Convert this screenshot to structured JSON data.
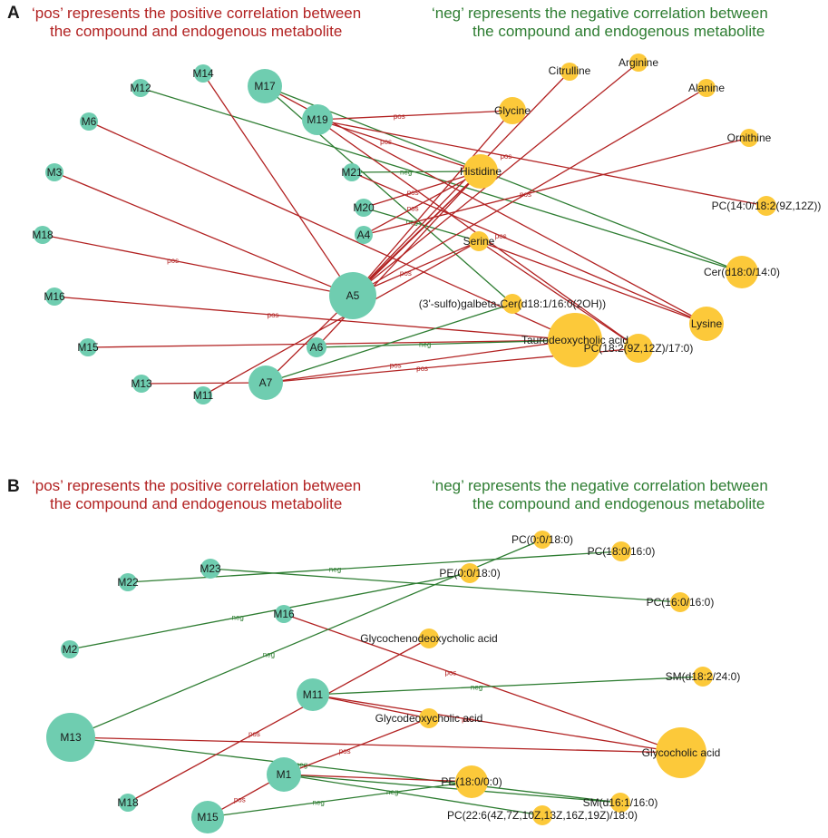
{
  "colors": {
    "pos": "#b22222",
    "neg": "#2e7d32",
    "compound": "#6fcdb0",
    "metabolite": "#fcc93a"
  },
  "panels": [
    {
      "letter": "A",
      "pos_legend": [
        "‘pos’ represents the positive correlation between",
        "the compound and endogenous metabolite"
      ],
      "neg_legend": [
        "‘neg’ represents the negative correlation between",
        "the compound and endogenous metabolite"
      ],
      "nodes": [
        {
          "label": "M12",
          "kind": "compound"
        },
        {
          "label": "M14",
          "kind": "compound"
        },
        {
          "label": "M17",
          "kind": "compound"
        },
        {
          "label": "M19",
          "kind": "compound"
        },
        {
          "label": "M6",
          "kind": "compound"
        },
        {
          "label": "M3",
          "kind": "compound"
        },
        {
          "label": "M21",
          "kind": "compound"
        },
        {
          "label": "M20",
          "kind": "compound"
        },
        {
          "label": "A4",
          "kind": "compound"
        },
        {
          "label": "M18",
          "kind": "compound"
        },
        {
          "label": "A5",
          "kind": "compound"
        },
        {
          "label": "M16",
          "kind": "compound"
        },
        {
          "label": "M15",
          "kind": "compound"
        },
        {
          "label": "A6",
          "kind": "compound"
        },
        {
          "label": "M13",
          "kind": "compound"
        },
        {
          "label": "M11",
          "kind": "compound"
        },
        {
          "label": "A7",
          "kind": "compound"
        },
        {
          "label": "Citrulline",
          "kind": "metabolite"
        },
        {
          "label": "Arginine",
          "kind": "metabolite"
        },
        {
          "label": "Alanine",
          "kind": "metabolite"
        },
        {
          "label": "Glycine",
          "kind": "metabolite"
        },
        {
          "label": "Ornithine",
          "kind": "metabolite"
        },
        {
          "label": "Histidine",
          "kind": "metabolite"
        },
        {
          "label": "PC(14:0/18:2(9Z,12Z))",
          "kind": "metabolite"
        },
        {
          "label": "Serine",
          "kind": "metabolite"
        },
        {
          "label": "Cer(d18:0/14:0)",
          "kind": "metabolite"
        },
        {
          "label": "(3'-sulfo)galbeta-Cer(d18:1/16:0(2OH))",
          "kind": "metabolite"
        },
        {
          "label": "Lysine",
          "kind": "metabolite"
        },
        {
          "label": "Taurodeoxycholic acid",
          "kind": "metabolite"
        },
        {
          "label": "PC(18:2(9Z,12Z)/17:0)",
          "kind": "metabolite"
        }
      ],
      "edges": [
        {
          "from": "M12",
          "to": "Cer(d18:0/14:0)",
          "sign": "neg",
          "label": ""
        },
        {
          "from": "M14",
          "to": "A5",
          "sign": "pos",
          "label": ""
        },
        {
          "from": "M17",
          "to": "Cer(d18:0/14:0)",
          "sign": "neg",
          "label": ""
        },
        {
          "from": "M17",
          "to": "Lysine",
          "sign": "pos",
          "label": ""
        },
        {
          "from": "M17",
          "to": "(3'-sulfo)galbeta-Cer(d18:1/16:0(2OH))",
          "sign": "neg",
          "label": ""
        },
        {
          "from": "M19",
          "to": "Glycine",
          "sign": "pos",
          "label": "pos"
        },
        {
          "from": "M19",
          "to": "Histidine",
          "sign": "pos",
          "label": "pos"
        },
        {
          "from": "M19",
          "to": "PC(14:0/18:2(9Z,12Z))",
          "sign": "pos",
          "label": "pos"
        },
        {
          "from": "M19",
          "to": "PC(18:2(9Z,12Z)/17:0)",
          "sign": "pos",
          "label": ""
        },
        {
          "from": "M6",
          "to": "Taurodeoxycholic acid",
          "sign": "pos",
          "label": ""
        },
        {
          "from": "M3",
          "to": "A5",
          "sign": "pos",
          "label": ""
        },
        {
          "from": "M21",
          "to": "Histidine",
          "sign": "neg",
          "label": "neg"
        },
        {
          "from": "M21",
          "to": "Lysine",
          "sign": "pos",
          "label": "pos"
        },
        {
          "from": "M20",
          "to": "Serine",
          "sign": "neg",
          "label": "neg"
        },
        {
          "from": "M20",
          "to": "Histidine",
          "sign": "pos",
          "label": "pos"
        },
        {
          "from": "A4",
          "to": "Histidine",
          "sign": "pos",
          "label": "pos"
        },
        {
          "from": "A4",
          "to": "Ornithine",
          "sign": "pos",
          "label": "pos"
        },
        {
          "from": "M18",
          "to": "A5",
          "sign": "pos",
          "label": "pos"
        },
        {
          "from": "A5",
          "to": "Citrulline",
          "sign": "pos",
          "label": ""
        },
        {
          "from": "A5",
          "to": "Arginine",
          "sign": "pos",
          "label": ""
        },
        {
          "from": "A5",
          "to": "Alanine",
          "sign": "pos",
          "label": ""
        },
        {
          "from": "A5",
          "to": "Glycine",
          "sign": "pos",
          "label": ""
        },
        {
          "from": "A5",
          "to": "Histidine",
          "sign": "pos",
          "label": ""
        },
        {
          "from": "A5",
          "to": "Serine",
          "sign": "pos",
          "label": "pos"
        },
        {
          "from": "M16",
          "to": "Taurodeoxycholic acid",
          "sign": "pos",
          "label": "pos"
        },
        {
          "from": "M15",
          "to": "Taurodeoxycholic acid",
          "sign": "pos",
          "label": ""
        },
        {
          "from": "A6",
          "to": "Taurodeoxycholic acid",
          "sign": "neg",
          "label": "neg"
        },
        {
          "from": "A6",
          "to": "Histidine",
          "sign": "pos",
          "label": ""
        },
        {
          "from": "M13",
          "to": "A7",
          "sign": "pos",
          "label": ""
        },
        {
          "from": "M11",
          "to": "Serine",
          "sign": "pos",
          "label": ""
        },
        {
          "from": "A7",
          "to": "Taurodeoxycholic acid",
          "sign": "pos",
          "label": "pos"
        },
        {
          "from": "A7",
          "to": "(3'-sulfo)galbeta-Cer(d18:1/16:0(2OH))",
          "sign": "neg",
          "label": ""
        },
        {
          "from": "A7",
          "to": "Histidine",
          "sign": "pos",
          "label": ""
        },
        {
          "from": "A7",
          "to": "PC(18:2(9Z,12Z)/17:0)",
          "sign": "pos",
          "label": "pos"
        },
        {
          "from": "Serine",
          "to": "Lysine",
          "sign": "pos",
          "label": ""
        },
        {
          "from": "Serine",
          "to": "PC(18:2(9Z,12Z)/17:0)",
          "sign": "pos",
          "label": ""
        }
      ]
    },
    {
      "letter": "B",
      "pos_legend": [
        "‘pos’ represents the positive correlation between",
        "the compound and endogenous metabolite"
      ],
      "neg_legend": [
        "‘neg’ represents the negative correlation between",
        "the compound and endogenous metabolite"
      ],
      "nodes": [
        {
          "label": "M22",
          "kind": "compound"
        },
        {
          "label": "M23",
          "kind": "compound"
        },
        {
          "label": "M16",
          "kind": "compound"
        },
        {
          "label": "M2",
          "kind": "compound"
        },
        {
          "label": "M11",
          "kind": "compound"
        },
        {
          "label": "M13",
          "kind": "compound"
        },
        {
          "label": "M1",
          "kind": "compound"
        },
        {
          "label": "M18",
          "kind": "compound"
        },
        {
          "label": "M15",
          "kind": "compound"
        },
        {
          "label": "PC(0:0/18:0)",
          "kind": "metabolite"
        },
        {
          "label": "PC(18:0/16:0)",
          "kind": "metabolite"
        },
        {
          "label": "PE(0:0/18:0)",
          "kind": "metabolite"
        },
        {
          "label": "PC(16:0/16:0)",
          "kind": "metabolite"
        },
        {
          "label": "Glycochenodeoxycholic acid",
          "kind": "metabolite"
        },
        {
          "label": "SM(d18:2/24:0)",
          "kind": "metabolite"
        },
        {
          "label": "Glycodeoxycholic acid",
          "kind": "metabolite"
        },
        {
          "label": "Glycocholic acid",
          "kind": "metabolite"
        },
        {
          "label": "PE(18:0/0:0)",
          "kind": "metabolite"
        },
        {
          "label": "SM(d16:1/16:0)",
          "kind": "metabolite"
        },
        {
          "label": "PC(22:6(4Z,7Z,10Z,13Z,16Z,19Z)/18:0)",
          "kind": "metabolite"
        }
      ],
      "edges": [
        {
          "from": "M22",
          "to": "PC(18:0/16:0)",
          "sign": "neg",
          "label": "neg"
        },
        {
          "from": "M23",
          "to": "PC(16:0/16:0)",
          "sign": "neg",
          "label": ""
        },
        {
          "from": "M2",
          "to": "PE(0:0/18:0)",
          "sign": "neg",
          "label": "neg"
        },
        {
          "from": "M16",
          "to": "Glycocholic acid",
          "sign": "pos",
          "label": "pos"
        },
        {
          "from": "M13",
          "to": "PC(0:0/18:0)",
          "sign": "neg",
          "label": "neg"
        },
        {
          "from": "M13",
          "to": "Glycocholic acid",
          "sign": "pos",
          "label": ""
        },
        {
          "from": "M13",
          "to": "SM(d16:1/16:0)",
          "sign": "neg",
          "label": "neg"
        },
        {
          "from": "M11",
          "to": "SM(d18:2/24:0)",
          "sign": "neg",
          "label": "neg"
        },
        {
          "from": "M11",
          "to": "Glycodeoxycholic acid",
          "sign": "pos",
          "label": ""
        },
        {
          "from": "M11",
          "to": "Glycocholic acid",
          "sign": "pos",
          "label": "pos"
        },
        {
          "from": "M18",
          "to": "Glycochenodeoxycholic acid",
          "sign": "pos",
          "label": "pos"
        },
        {
          "from": "M1",
          "to": "Glycodeoxycholic acid",
          "sign": "pos",
          "label": "pos"
        },
        {
          "from": "M1",
          "to": "PE(18:0/0:0)",
          "sign": "pos",
          "label": ""
        },
        {
          "from": "M1",
          "to": "SM(d16:1/16:0)",
          "sign": "neg",
          "label": ""
        },
        {
          "from": "M1",
          "to": "PC(22:6(4Z,7Z,10Z,13Z,16Z,19Z)/18:0)",
          "sign": "neg",
          "label": "neg"
        },
        {
          "from": "M15",
          "to": "M1",
          "sign": "pos",
          "label": "pos"
        },
        {
          "from": "M15",
          "to": "PE(18:0/0:0)",
          "sign": "neg",
          "label": "neg"
        }
      ]
    }
  ]
}
